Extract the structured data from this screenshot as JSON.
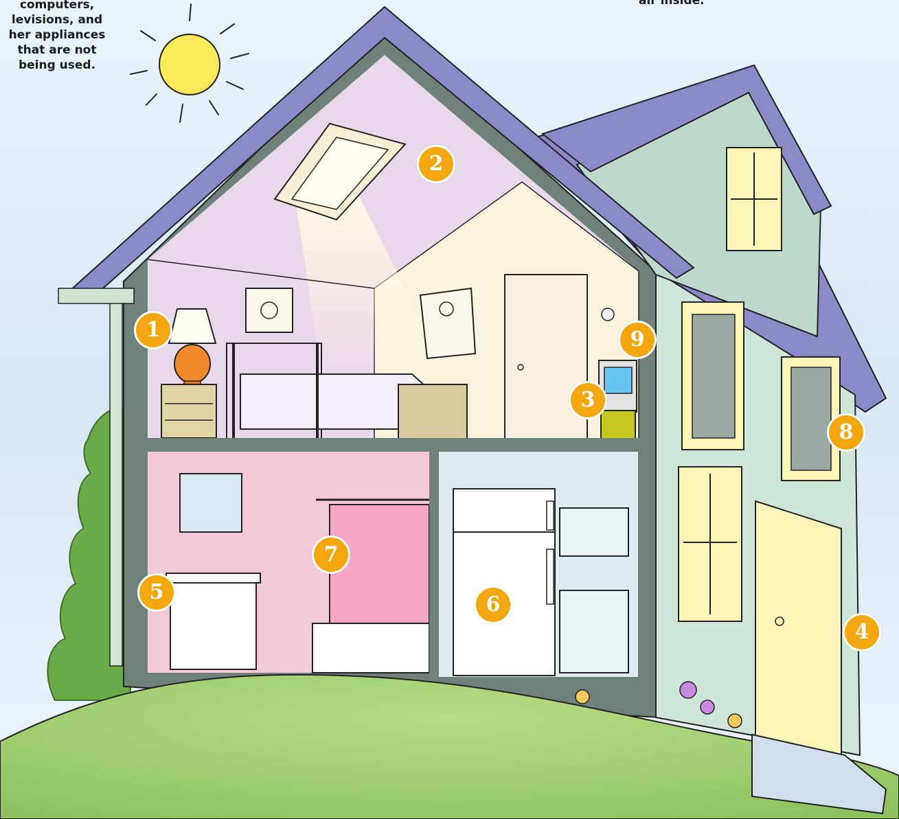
{
  "captions": {
    "left_lines": [
      "computers,",
      "levisions, and",
      "her appliances",
      "that are not",
      "being used."
    ],
    "right_fragment": "air inside."
  },
  "markers": [
    "1",
    "2",
    "3",
    "4",
    "5",
    "6",
    "7",
    "8",
    "9"
  ],
  "colors": {
    "sky": "#cfe3f3",
    "roof": "#8c89c9",
    "wall_outline": "#6f8279",
    "siding": "#cde6d8",
    "bedroom_wall": "#e7d8ea",
    "bathroom_wall": "#f3c9d8",
    "kitchen_wall": "#dcecf0",
    "grass": "#98c865",
    "window_glass": "#fdf5b8",
    "marker": "#f2a80c",
    "sun": "#fbe95a"
  }
}
